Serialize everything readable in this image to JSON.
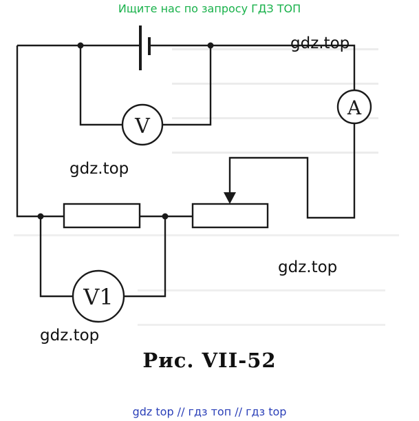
{
  "header": {
    "banner": "Ищите нас по запросу ГДЗ ТОП"
  },
  "watermarks": [
    "gdz.top",
    "gdz.top",
    "gdz.top",
    "gdz.top"
  ],
  "diagram": {
    "meters": {
      "voltmeter": "V",
      "ammeter": "A",
      "voltmeter_1": "V1"
    },
    "caption": "Рис. VII-52"
  },
  "footer": {
    "banner": "gdz top  //  гдз топ  //  гдз top"
  },
  "colors": {
    "banner_green": "#18b14a",
    "banner_blue": "#2a3fb8",
    "ink": "#1a1a1a"
  }
}
